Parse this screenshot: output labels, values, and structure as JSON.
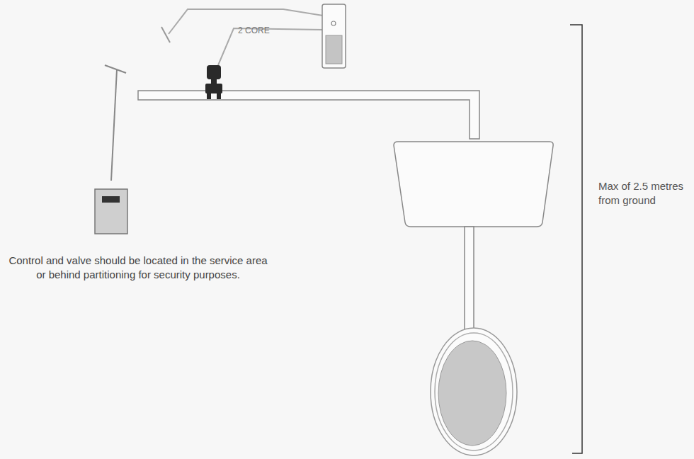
{
  "diagram": {
    "labels": [
      "2 CORE",
      "Control and valve should be located in the service area or behind partitioning for security purposes.",
      "Max of 2.5 metres from ground"
    ]
  }
}
